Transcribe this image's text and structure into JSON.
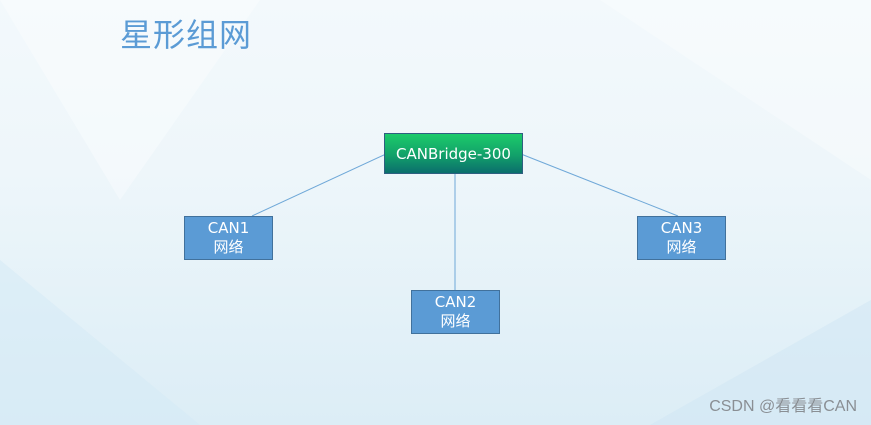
{
  "title": "星形组网",
  "hub": {
    "label": "CANBridge-300"
  },
  "networks": [
    {
      "id": "CAN1",
      "line1": "CAN1",
      "line2": "网络"
    },
    {
      "id": "CAN2",
      "line1": "CAN2",
      "line2": "网络"
    },
    {
      "id": "CAN3",
      "line1": "CAN3",
      "line2": "网络"
    }
  ],
  "colors": {
    "title": "#5b9bd5",
    "hub_top": "#1ccb6a",
    "hub_bottom": "#0b6e6c",
    "network_fill": "#5b9bd5",
    "link": "#5b9bd5"
  },
  "watermark": "CSDN @看看看CAN"
}
